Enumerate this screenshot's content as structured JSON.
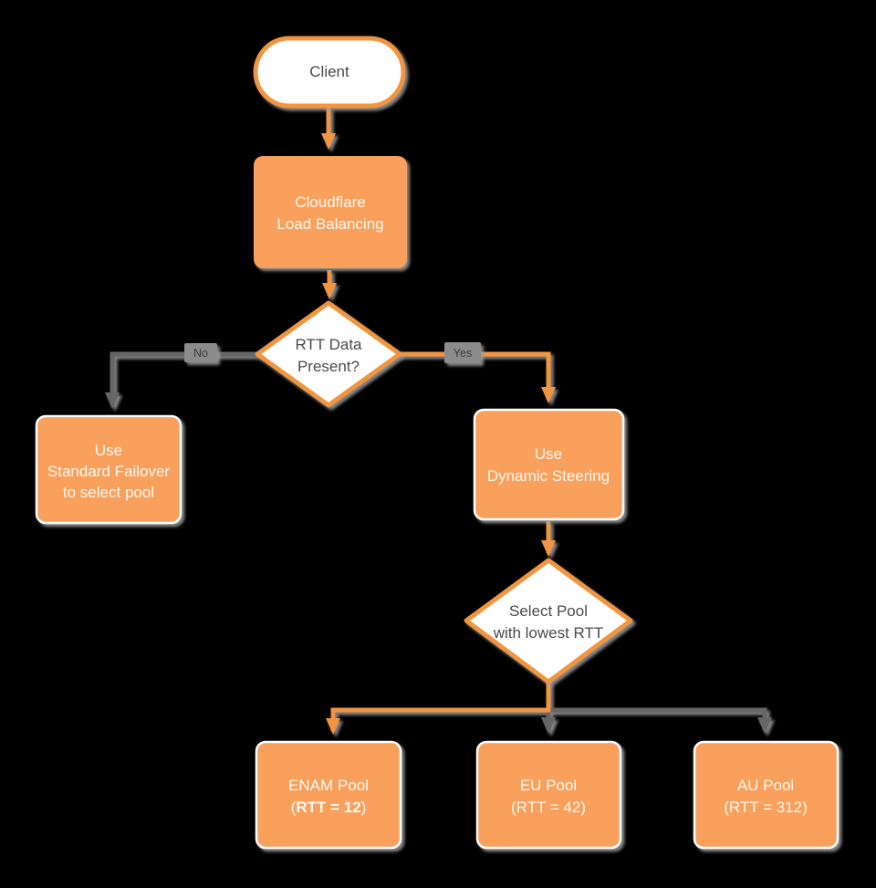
{
  "diagram": {
    "colors": {
      "background": "#000000",
      "node_fill": "#F9A05C",
      "node_stroke_orange": "#F2953F",
      "edge_orange": "#F2953F",
      "edge_gray": "#666666",
      "node_text_light": "#FFF8F0",
      "node_text_dark": "#4A4A4B",
      "edge_label_bg": "#8C8C8C",
      "shadow": "#9E9E9E"
    },
    "nodes": {
      "client": {
        "type": "terminator",
        "lines": [
          "Client"
        ]
      },
      "load_balancing": {
        "type": "process",
        "lines": [
          "Cloudflare",
          "Load Balancing"
        ]
      },
      "rtt_decision": {
        "type": "decision",
        "lines": [
          "RTT Data",
          "Present?"
        ]
      },
      "standard_failover": {
        "type": "process",
        "lines": [
          "Use",
          "Standard Failover",
          "to select pool"
        ]
      },
      "dynamic_steering": {
        "type": "process",
        "lines": [
          "Use",
          "Dynamic Steering"
        ]
      },
      "select_pool": {
        "type": "decision",
        "lines": [
          "Select Pool",
          "with lowest RTT"
        ]
      },
      "enam_pool": {
        "type": "process",
        "line1": "ENAM Pool",
        "line2_open": "(",
        "line2_bold": "RTT = 12",
        "line2_close": ")"
      },
      "eu_pool": {
        "type": "process",
        "lines": [
          "EU Pool",
          "(RTT = 42)"
        ]
      },
      "au_pool": {
        "type": "process",
        "lines": [
          "AU Pool",
          "(RTT = 312)"
        ]
      }
    },
    "edge_labels": {
      "no": "No",
      "yes": "Yes"
    }
  }
}
